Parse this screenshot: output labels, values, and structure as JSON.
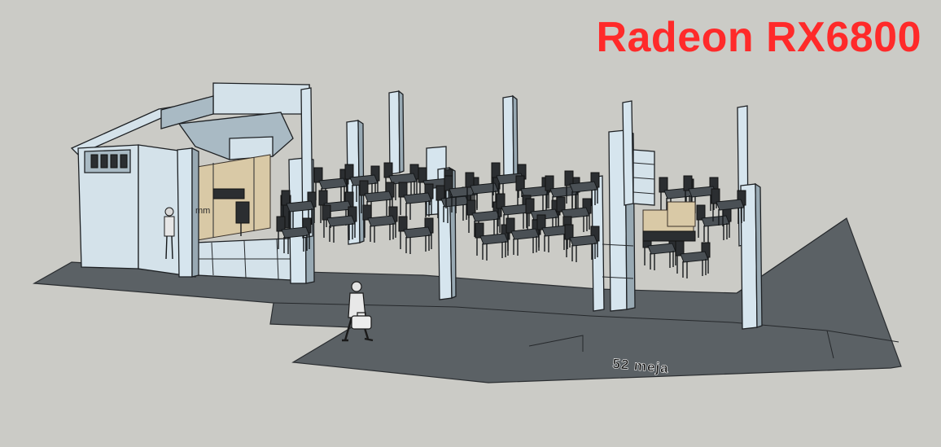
{
  "header": {
    "gpu_label": "Radeon RX6800"
  },
  "floor_label": "52 meja",
  "kitchen": {
    "dimension_label": "mm"
  },
  "colors": {
    "title": "#ff2a2a",
    "background": "#cbcbc6",
    "floor": "#5b6165",
    "wall": "#d4e2ea"
  },
  "icons": [
    "person-figure-icon",
    "briefcase-icon"
  ]
}
